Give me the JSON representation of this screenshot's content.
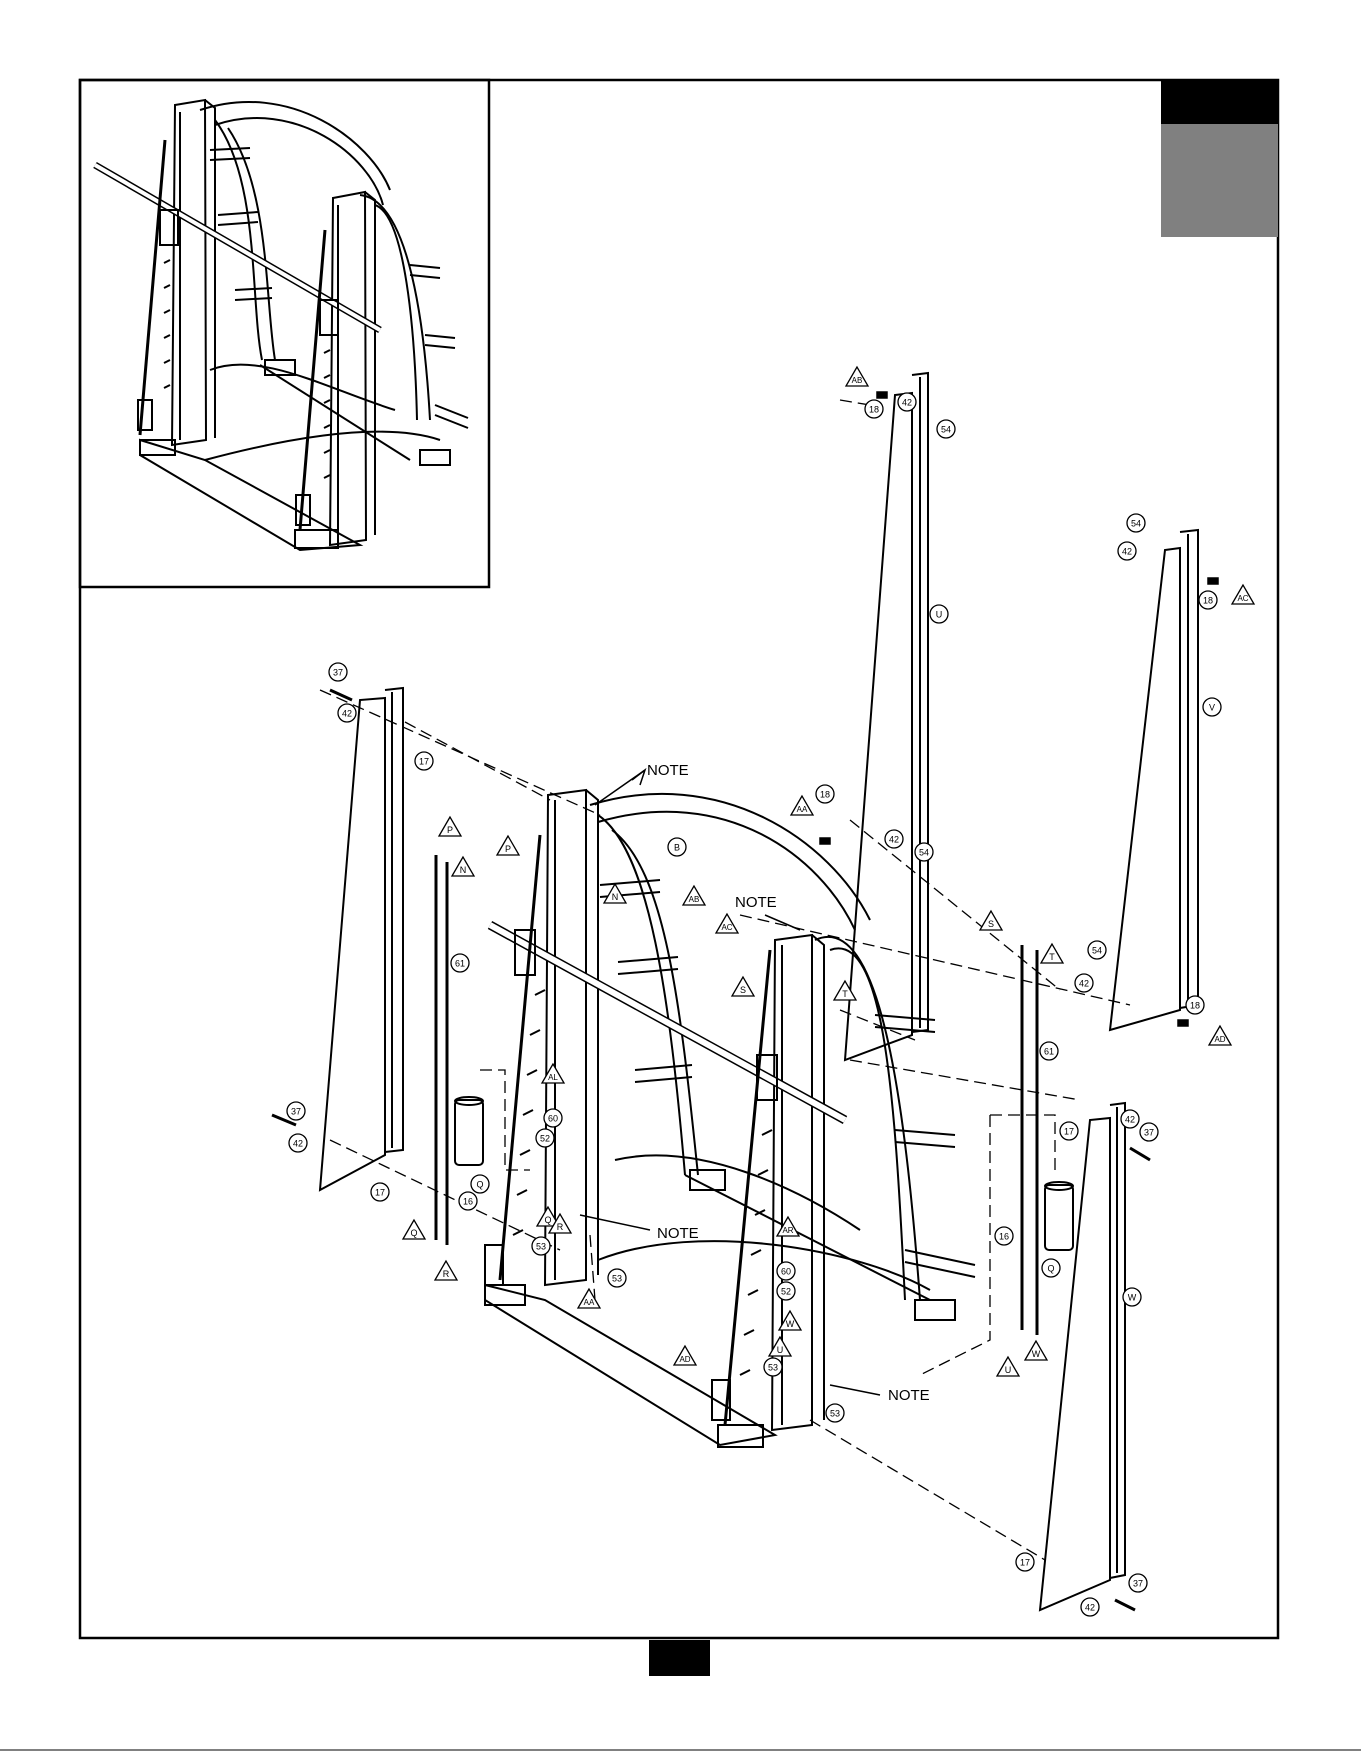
{
  "colors": {
    "ink": "#000000",
    "tab_dark": "#000000",
    "tab_gray": "#808080",
    "paper": "#ffffff"
  },
  "note_label": "NOTE",
  "part_numbers": [
    "37",
    "42",
    "17",
    "37",
    "42",
    "17",
    "61",
    "16",
    "Q",
    "18",
    "42",
    "54",
    "U",
    "18",
    "42",
    "54",
    "54",
    "42",
    "18",
    "V",
    "54",
    "42",
    "18",
    "17",
    "42",
    "37",
    "61",
    "16",
    "Q",
    "W",
    "17",
    "42",
    "37",
    "B",
    "60",
    "52",
    "53",
    "53",
    "60",
    "52",
    "53",
    "53"
  ],
  "triangle_letters": [
    "AB",
    "AC",
    "AA",
    "AD",
    "P",
    "N",
    "P",
    "N",
    "AB",
    "AC",
    "S",
    "T",
    "S",
    "T",
    "Q",
    "R",
    "Q",
    "R",
    "U",
    "W",
    "U",
    "W",
    "AA",
    "AD",
    "AL",
    "AR"
  ],
  "tab_marks": {
    "dark": "",
    "gray": "",
    "page_footer": ""
  }
}
